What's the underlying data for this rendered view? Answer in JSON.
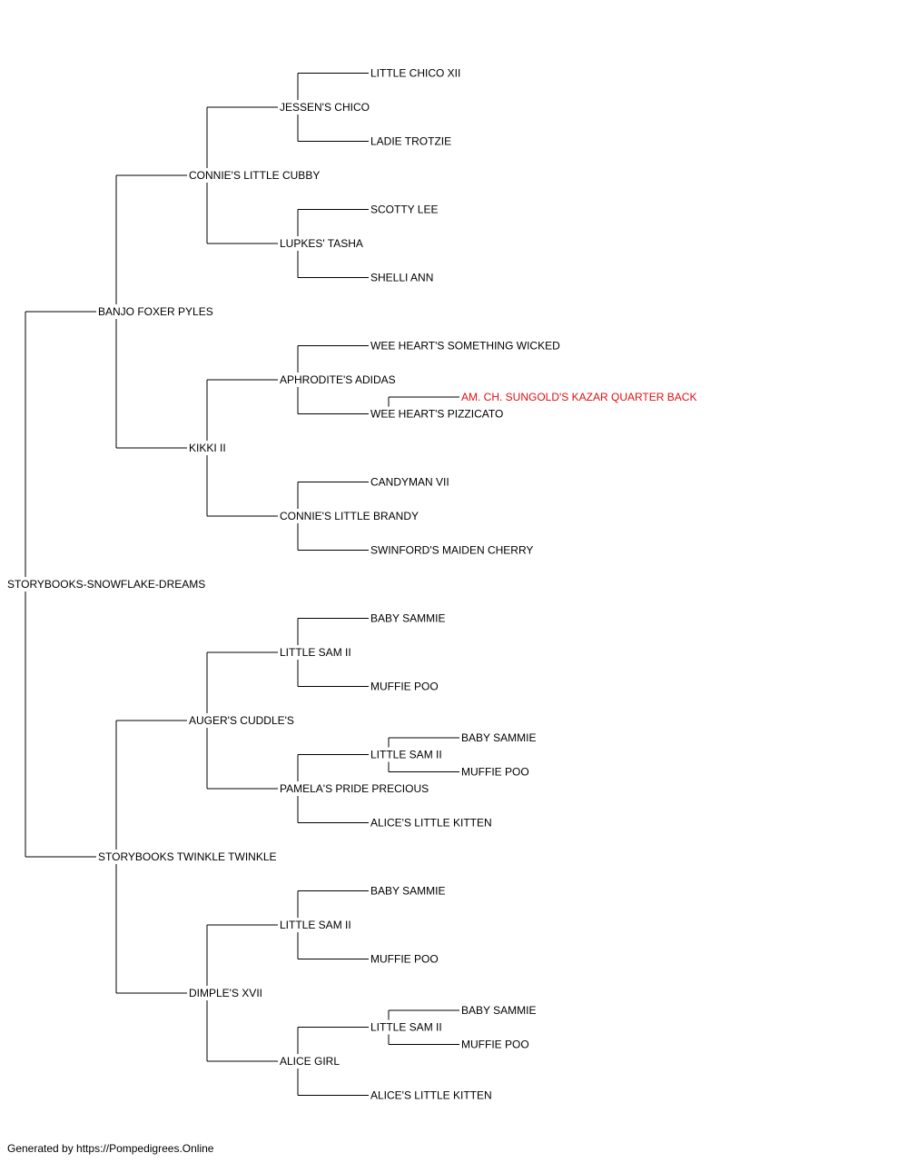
{
  "pedigree": {
    "name": "STORYBOOKS-SNOWFLAKE-DREAMS",
    "sire": {
      "name": "BANJO FOXER PYLES",
      "sire": {
        "name": "CONNIE'S LITTLE CUBBY",
        "sire": {
          "name": "JESSEN'S CHICO",
          "sire": {
            "name": "LITTLE CHICO XII"
          },
          "dam": {
            "name": "LADIE TROTZIE"
          }
        },
        "dam": {
          "name": "LUPKES' TASHA",
          "sire": {
            "name": "SCOTTY LEE"
          },
          "dam": {
            "name": "SHELLI ANN"
          }
        }
      },
      "dam": {
        "name": "KIKKI II",
        "sire": {
          "name": "APHRODITE'S ADIDAS",
          "sire": {
            "name": "WEE HEART'S SOMETHING WICKED"
          },
          "dam": {
            "name": "WEE HEART'S PIZZICATO",
            "sire": {
              "name": "AM. CH. SUNGOLD'S KAZAR QUARTER BACK",
              "highlight": true
            }
          }
        },
        "dam": {
          "name": "CONNIE'S LITTLE BRANDY",
          "sire": {
            "name": "CANDYMAN VII"
          },
          "dam": {
            "name": "SWINFORD'S MAIDEN CHERRY"
          }
        }
      }
    },
    "dam": {
      "name": "STORYBOOKS TWINKLE TWINKLE",
      "sire": {
        "name": "AUGER'S CUDDLE'S",
        "sire": {
          "name": "LITTLE SAM II",
          "sire": {
            "name": "BABY SAMMIE"
          },
          "dam": {
            "name": "MUFFIE POO"
          }
        },
        "dam": {
          "name": "PAMELA'S PRIDE PRECIOUS",
          "sire": {
            "name": "LITTLE SAM II",
            "sire": {
              "name": "BABY SAMMIE"
            },
            "dam": {
              "name": "MUFFIE POO"
            }
          },
          "dam": {
            "name": "ALICE'S LITTLE KITTEN"
          }
        }
      },
      "dam": {
        "name": "DIMPLE'S XVII",
        "sire": {
          "name": "LITTLE SAM II",
          "sire": {
            "name": "BABY SAMMIE"
          },
          "dam": {
            "name": "MUFFIE POO"
          }
        },
        "dam": {
          "name": "ALICE GIRL",
          "sire": {
            "name": "LITTLE SAM II",
            "sire": {
              "name": "BABY SAMMIE"
            },
            "dam": {
              "name": "MUFFIE POO"
            }
          },
          "dam": {
            "name": "ALICE'S LITTLE KITTEN"
          }
        }
      }
    }
  },
  "colors": {
    "text": "#000000",
    "line": "#000000",
    "highlight": "#e01010"
  },
  "footer": "Generated by https://Pompedigrees.Online"
}
